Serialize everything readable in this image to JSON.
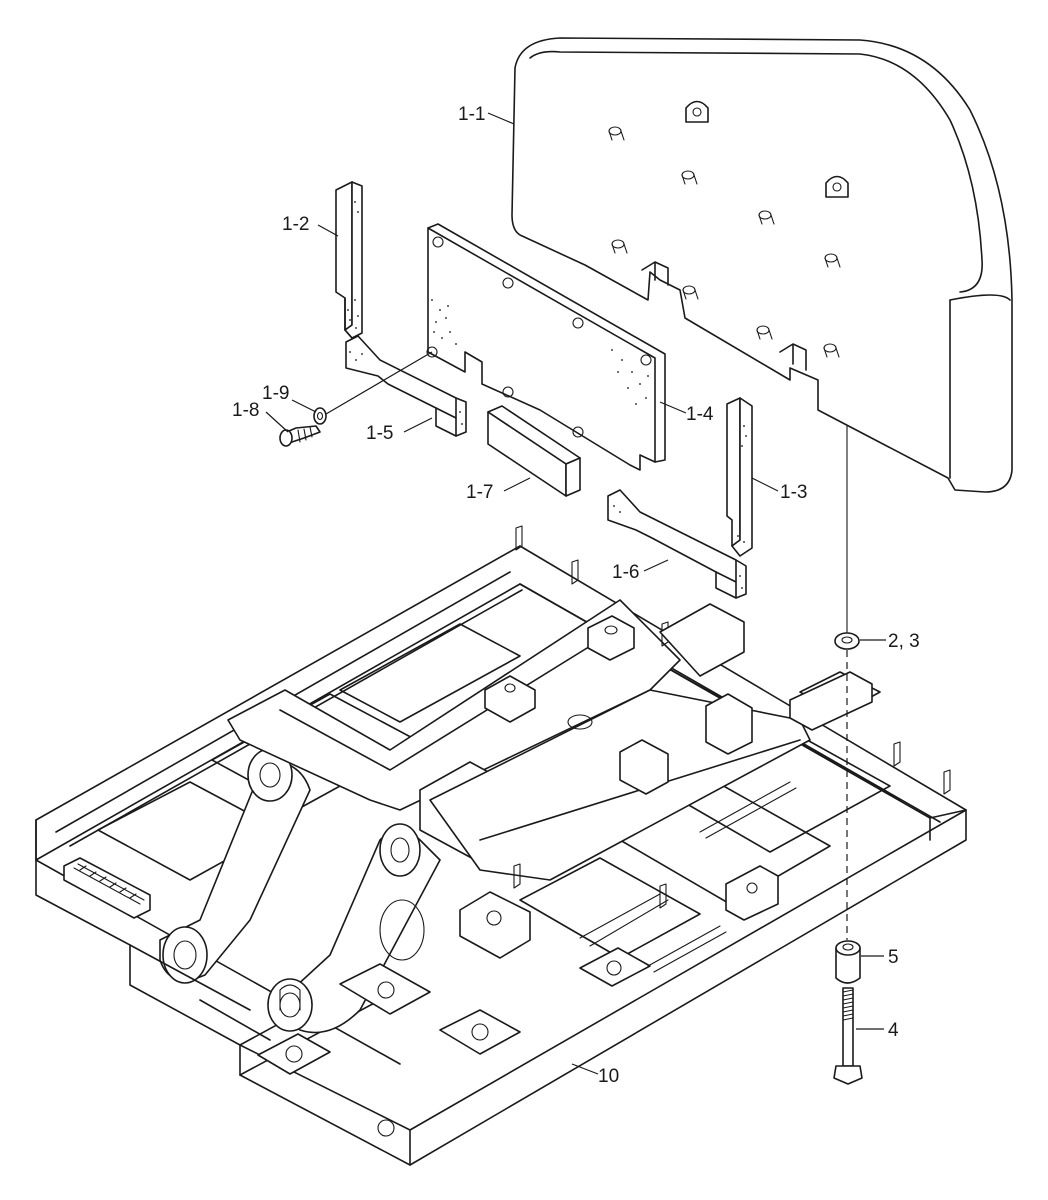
{
  "labels": {
    "p1_1": "1-1",
    "p1_2": "1-2",
    "p1_3": "1-3",
    "p1_4": "1-4",
    "p1_5": "1-5",
    "p1_6": "1-6",
    "p1_7": "1-7",
    "p1_8": "1-8",
    "p1_9": "1-9",
    "p2_3": "2, 3",
    "p4": "4",
    "p5": "5",
    "p10": "10"
  }
}
